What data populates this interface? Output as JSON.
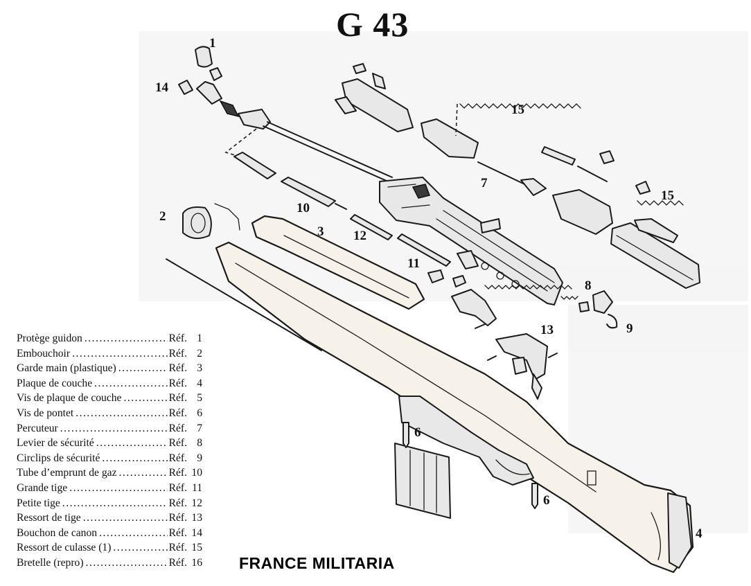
{
  "title": "G 43",
  "callouts": {
    "c1": "1",
    "c14": "14",
    "c15a": "15",
    "c7": "7",
    "c15b": "15",
    "c2": "2",
    "c10": "10",
    "c3": "3",
    "c12": "12",
    "c11": "11",
    "c8": "8",
    "c9": "9",
    "c13": "13",
    "c6a": "6",
    "c6b": "6",
    "c4": "4"
  },
  "legend": [
    {
      "name": "Protège guidon",
      "ref": "Réf.",
      "num": "1"
    },
    {
      "name": "Embouchoir",
      "ref": "Réf.",
      "num": "2"
    },
    {
      "name": "Garde main (plastique)",
      "ref": "Réf.",
      "num": "3"
    },
    {
      "name": "Plaque de couche",
      "ref": "Réf.",
      "num": "4"
    },
    {
      "name": "Vis de plaque de couche",
      "ref": "Réf.",
      "num": "5"
    },
    {
      "name": "Vis de pontet",
      "ref": "Réf.",
      "num": "6"
    },
    {
      "name": "Percuteur",
      "ref": "Réf.",
      "num": "7"
    },
    {
      "name": "Levier de sécurité",
      "ref": "Réf.",
      "num": "8"
    },
    {
      "name": "Circlips de sécurité",
      "ref": "Réf.",
      "num": "9"
    },
    {
      "name": "Tube d’emprunt de gaz",
      "ref": "Réf.",
      "num": "10"
    },
    {
      "name": "Grande tige",
      "ref": "Réf.",
      "num": "11"
    },
    {
      "name": "Petite tige",
      "ref": "Réf.",
      "num": "12"
    },
    {
      "name": "Ressort de tige",
      "ref": "Réf.",
      "num": "13"
    },
    {
      "name": "Bouchon de canon",
      "ref": "Réf.",
      "num": "14"
    },
    {
      "name": "Ressort de culasse (1)",
      "ref": "Réf.",
      "num": "15"
    },
    {
      "name": "Bretelle (repro)",
      "ref": "Réf.",
      "num": "16"
    }
  ],
  "brand": "FRANCE MILITARIA"
}
